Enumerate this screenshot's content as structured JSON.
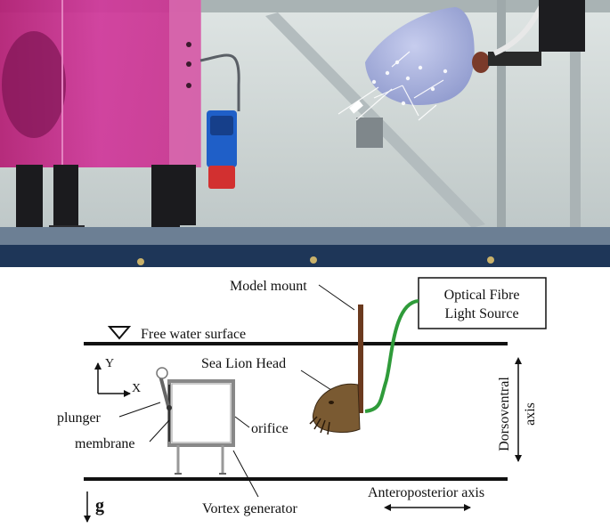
{
  "photo": {
    "colors": {
      "tank_magenta": "#c0287e",
      "wall": "#cfd6d6",
      "floor_blue": "#1e3658",
      "head_blue": "#a7b3de",
      "socket_blue": "#1f5fc8",
      "socket_red": "#d23030"
    },
    "objects": [
      "vortex-generator-tank",
      "sea-lion-head-model",
      "power-socket",
      "support-legs",
      "illuminated-particles"
    ]
  },
  "diagram": {
    "labels": {
      "model_mount": "Model mount",
      "optical_fibre_line1": "Optical Fibre",
      "optical_fibre_line2": "Light Source",
      "free_surface": "Free water surface",
      "sea_lion_head": "Sea Lion Head",
      "axis_y": "Y",
      "axis_x": "X",
      "plunger": "plunger",
      "membrane": "membrane",
      "orifice": "orifice",
      "vortex_generator": "Vortex generator",
      "gravity": "g",
      "dorsoventral_line1": "Dorsoventral",
      "dorsoventral_line2": "axis",
      "anteroposterior": "Anteroposterior axis"
    },
    "colors": {
      "fibre": "#2f9b3a",
      "mount": "#6b3a1e",
      "lines": "#111111",
      "head": "#7a5a32"
    }
  }
}
